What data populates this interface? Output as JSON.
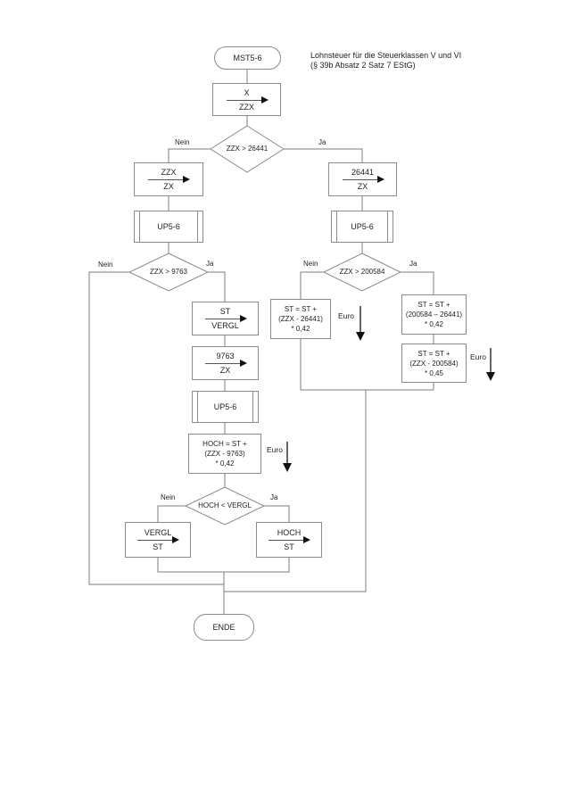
{
  "note": {
    "line1": "Lohnsteuer für die Steuerklassen V und VI",
    "line2": "(§ 39b Absatz 2 Satz 7 EStG)"
  },
  "labels": {
    "yes": "Ja",
    "no": "Nein",
    "euro": "Euro"
  },
  "terminators": {
    "start": "MST5-6",
    "end": "ENDE"
  },
  "subroutines": {
    "up56": "UP5-6"
  },
  "assigns": {
    "x_zzx": {
      "src": "X",
      "dst": "ZZX"
    },
    "zzx_zx": {
      "src": "ZZX",
      "dst": "ZX"
    },
    "n26441_zx": {
      "src": "26441",
      "dst": "ZX"
    },
    "st_vergl": {
      "src": "ST",
      "dst": "VERGL"
    },
    "n9763_zx": {
      "src": "9763",
      "dst": "ZX"
    },
    "vergl_st": {
      "src": "VERGL",
      "dst": "ST"
    },
    "hoch_st": {
      "src": "HOCH",
      "dst": "ST"
    }
  },
  "decisions": {
    "d26441": "ZZX > 26441",
    "d9763": "ZZX > 9763",
    "d200584": "ZZX > 200584",
    "dhoch": "HOCH < VERGL"
  },
  "calcs": {
    "hoch": [
      "HOCH = ST +",
      "(ZZX - 9763)",
      "* 0,42"
    ],
    "r1": [
      "ST = ST +",
      "(ZZX - 26441)",
      "* 0,42"
    ],
    "r2": [
      "ST = ST +",
      "(200584 – 26441)",
      "* 0,42"
    ],
    "r3": [
      "ST = ST +",
      "(ZZX - 200584)",
      "* 0,45"
    ]
  }
}
